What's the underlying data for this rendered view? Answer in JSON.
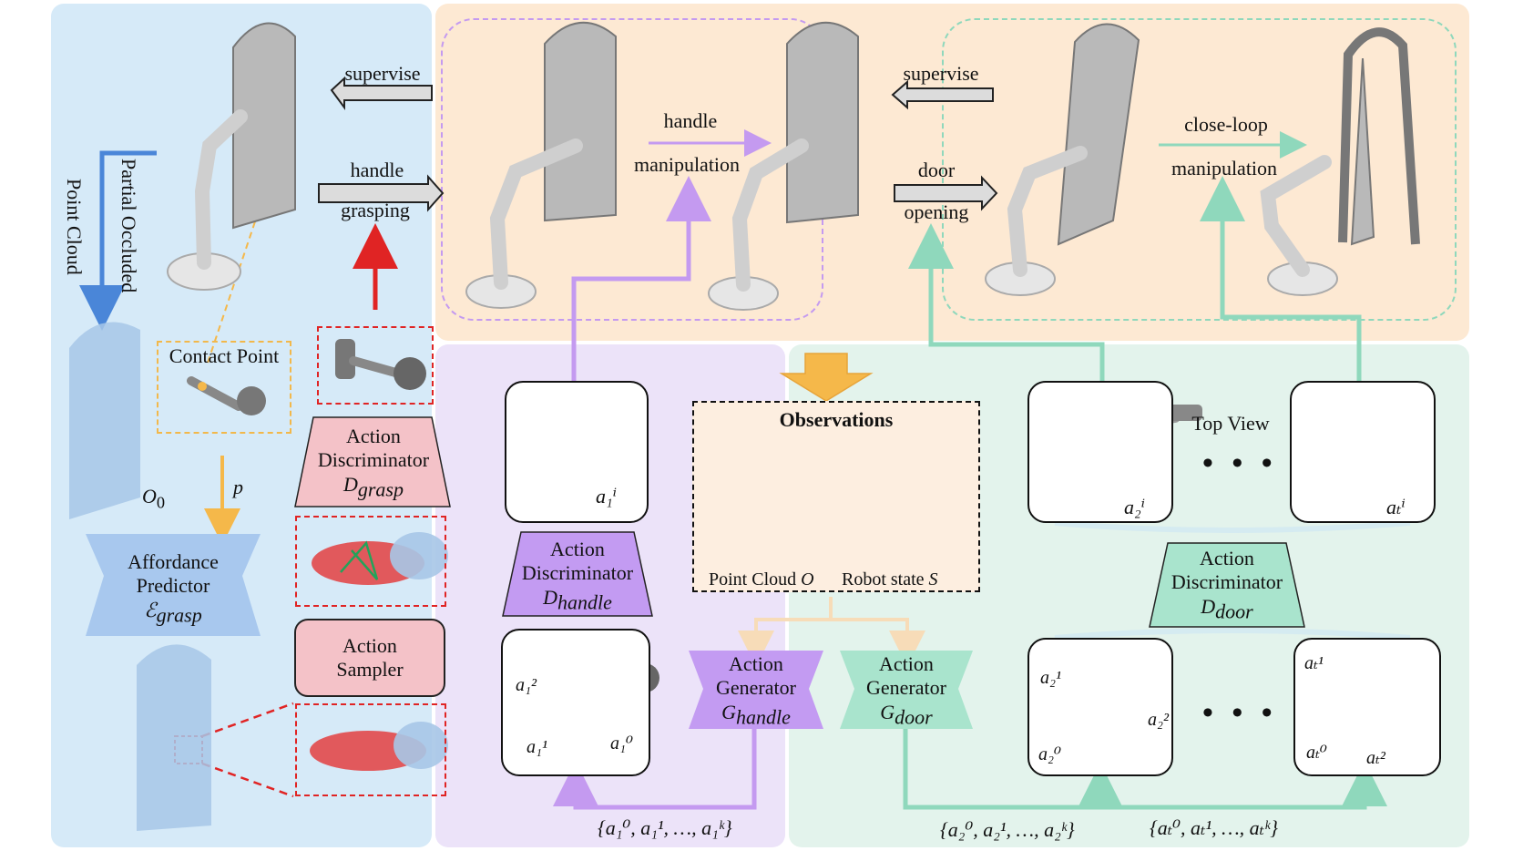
{
  "labels": {
    "supervise_left": "supervise",
    "supervise_right": "supervise",
    "handle_grasping_1": "handle",
    "handle_grasping_2": "grasping",
    "handle_manip_1": "handle",
    "handle_manip_2": "manipulation",
    "door_opening_1": "door",
    "door_opening_2": "opening",
    "close_loop_1": "close-loop",
    "close_loop_2": "manipulation",
    "partial_occluded": "Partial Occluded",
    "point_cloud_vertical": "Point Cloud",
    "contact_point": "Contact Point",
    "o0": "O",
    "o0_sub": "0",
    "p": "p",
    "observations": "Observations",
    "obs_point_cloud": "Point Cloud",
    "obs_point_cloud_sym": "O",
    "obs_robot_state": "Robot state",
    "obs_robot_state_sym": "S",
    "top_view": "Top View",
    "dots": "• • •"
  },
  "modules": {
    "affordance": {
      "line1": "Affordance",
      "line2": "Predictor",
      "sym": "ℰ",
      "sub": "grasp"
    },
    "disc_grasp": {
      "line1": "Action",
      "line2": "Discriminator",
      "sym": "D",
      "sub": "grasp"
    },
    "sampler": {
      "line1": "Action",
      "line2": "Sampler"
    },
    "disc_handle": {
      "line1": "Action",
      "line2": "Discriminator",
      "sym": "D",
      "sub": "handle"
    },
    "gen_handle": {
      "line1": "Action",
      "line2": "Generator",
      "sym": "G",
      "sub": "handle"
    },
    "gen_door": {
      "line1": "Action",
      "line2": "Generator",
      "sym": "G",
      "sub": "door"
    },
    "disc_door": {
      "line1": "Action",
      "line2": "Discriminator",
      "sym": "D",
      "sub": "door"
    }
  },
  "action_labels": {
    "handle_i": "a₁ⁱ",
    "handle_set_a12": "a₁²",
    "handle_set_a11": "a₁¹",
    "handle_set_a10": "a₁⁰",
    "door_a2i": "a₂ⁱ",
    "door_ati": "aₜⁱ",
    "door_set_a21": "a₂¹",
    "door_set_a22": "a₂²",
    "door_set_a20": "a₂⁰",
    "door_set_at1": "aₜ¹",
    "door_set_at0": "aₜ⁰",
    "door_set_at2": "aₜ²"
  },
  "sets": {
    "handle": "{a₁⁰, a₁¹, …, a₁ᵏ}",
    "door_2": "{a₂⁰, a₂¹, …, a₂ᵏ}",
    "door_t": "{aₜ⁰, aₜ¹, …, aₜᵏ}"
  },
  "colors": {
    "blue_panel": "#d6eaf8",
    "orange_panel": "#fde9d3",
    "purple_panel": "#ece3f9",
    "green_panel": "#e3f3ec",
    "pink_module": "#f4c2c8",
    "blue_module": "#a8c8ee",
    "purple_module": "#c39bf2",
    "green_module": "#a9e4cd",
    "purple_line": "#c49af0",
    "green_line": "#8fd8bc",
    "red": "#e02424",
    "gold": "#f5b84a",
    "blue_arrow": "#4a86d8"
  }
}
